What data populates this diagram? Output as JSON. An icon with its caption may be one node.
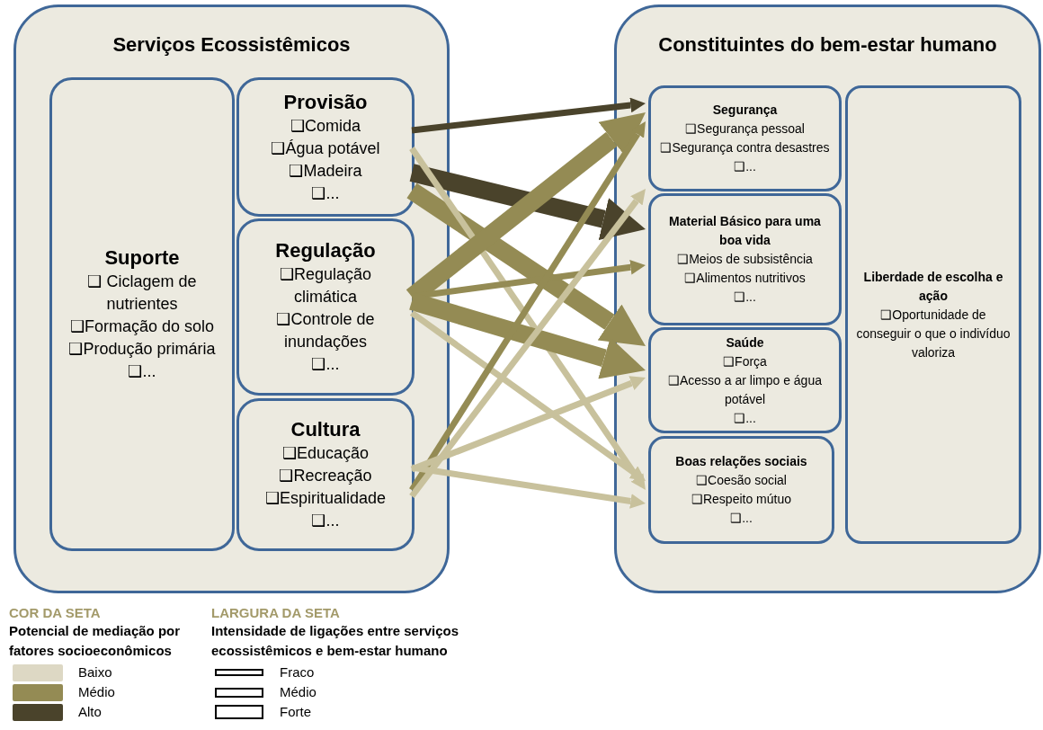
{
  "diagram": {
    "nodes": [
      {
        "text": [
          "Serviços Ecossistêmicos"
        ]
      },
      {
        "text": [
          "Suporte",
          "❑ Ciclagem de nutrientes",
          "❑Formação do solo",
          "❑Produção primária",
          "❑..."
        ],
        "in": 0
      },
      {
        "text": [
          "Provisão",
          "❑Comida",
          "❑Água potável",
          "❑Madeira",
          "❑..."
        ],
        "in": 0
      },
      {
        "text": [
          "Regulação",
          "❑Regulação climática",
          "❑Controle de inundações",
          "❑..."
        ],
        "in": 0
      },
      {
        "text": [
          "Cultura",
          "❑Educação",
          "❑Recreação",
          "❑Espiritualidade",
          "❑..."
        ],
        "in": 0
      },
      {
        "text": [
          "Constituintes do bem-estar humano"
        ]
      },
      {
        "text": [
          "Segurança",
          "❑Segurança pessoal",
          "❑Segurança contra desastres",
          "❑..."
        ],
        "in": 5
      },
      {
        "text": [
          "Material Básico para uma boa vida",
          "❑Meios de subsistência",
          "❑Alimentos nutritivos",
          "❑..."
        ],
        "in": 5
      },
      {
        "text": [
          "Saúde",
          "❑Força",
          "❑Acesso a ar limpo e água potável",
          "❑..."
        ],
        "in": 5
      },
      {
        "text": [
          "Boas relações sociais",
          "❑Coesão social",
          "❑Respeito mútuo",
          "❑..."
        ],
        "in": 5
      },
      {
        "text": [
          "Liberdade de escolha e ação",
          "❑Oportunidade de conseguir o que o indivíduo valoriza"
        ],
        "in": 5
      }
    ],
    "edges": [
      {
        "from": 2,
        "to": 6,
        "arrow": "to",
        "color": "#4a432b"
      },
      {
        "from": 2,
        "to": 7,
        "arrow": "to",
        "style": "thick",
        "color": "#4a432b"
      },
      {
        "from": 2,
        "to": 8,
        "arrow": "to",
        "style": "thick"
      },
      {
        "from": 2,
        "to": 9,
        "arrow": "to",
        "color": "#c8c19c"
      },
      {
        "from": 3,
        "to": 6,
        "arrow": "to",
        "style": "thick"
      },
      {
        "from": 3,
        "to": 7,
        "arrow": "to"
      },
      {
        "from": 3,
        "to": 8,
        "arrow": "to",
        "style": "thick"
      },
      {
        "from": 3,
        "to": 9,
        "arrow": "to",
        "color": "#c8c19c"
      },
      {
        "from": 4,
        "to": 6,
        "arrow": "to"
      },
      {
        "from": 4,
        "to": 7,
        "arrow": "to",
        "color": "#c8c19c"
      },
      {
        "from": 4,
        "to": 8,
        "arrow": "to",
        "color": "#c8c19c"
      },
      {
        "from": 4,
        "to": 9,
        "arrow": "to",
        "color": "#c8c19c"
      }
    ],
    "labels": [
      "COR DA SETA",
      "Potencial de mediação por fatores socioeconômicos",
      "LARGURA DA SETA",
      "Intensidade de ligações entre serviços ecossistêmicos e bem-estar humano"
    ],
    "legend": [
      {
        "text": "Baixo",
        "color": "#ddd8c4"
      },
      {
        "text": "Médio",
        "color": "#948b54"
      },
      {
        "text": "Alto",
        "color": "#4a432b"
      },
      {
        "text": "Fraco"
      },
      {
        "text": "Médio"
      },
      {
        "text": "Forte"
      }
    ]
  }
}
